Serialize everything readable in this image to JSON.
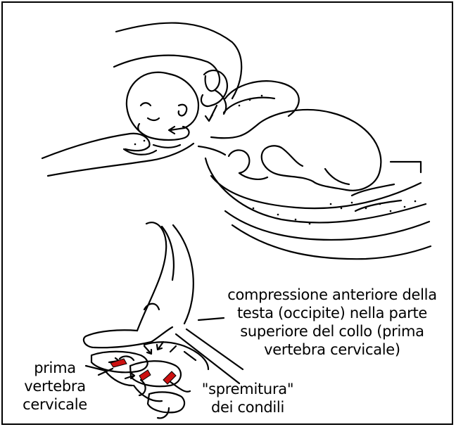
{
  "colors": {
    "ink": "#000000",
    "background": "#ffffff",
    "highlight": "#cc1111"
  },
  "labels": {
    "compression": {
      "lines": [
        "compressione anteriore della",
        "testa (occipite) nella parte",
        "superiore del collo (prima",
        "vertebra cervicale)"
      ]
    },
    "first_vertebra": {
      "lines": [
        "prima",
        "vertebra",
        "cervicale"
      ]
    },
    "condyles": {
      "lines": [
        "\"spremitura\"",
        "dei condili"
      ]
    }
  }
}
